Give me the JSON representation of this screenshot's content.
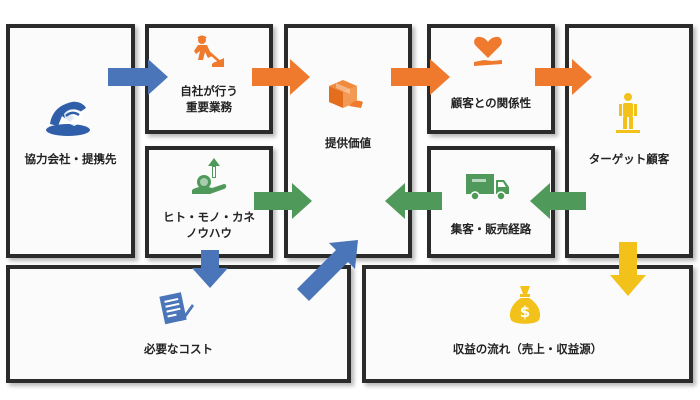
{
  "boxes": {
    "partners": "協力会社・提携先",
    "activities_line1": "自社が行う",
    "activities_line2": "重要業務",
    "value": "提供価値",
    "relationship": "顧客との関係性",
    "customers": "ターゲット顧客",
    "resources_line1": "ヒト・モノ・カネ",
    "resources_line2": "ノウハウ",
    "channels": "集客・販売経路",
    "costs": "必要なコスト",
    "revenue": "収益の流れ（売上・収益源）"
  },
  "icons": {
    "partners": "handshake-icon",
    "activities": "worker-digging-icon",
    "value": "gift-box-icon",
    "relationship": "heart-in-hand-icon",
    "customers": "person-standing-icon",
    "resources": "hand-with-coin-growth-icon",
    "channels": "delivery-truck-icon",
    "costs": "document-with-pen-icon",
    "revenue": "money-bag-icon"
  },
  "colors": {
    "blue": "#4a75b8",
    "orange": "#ef7a2e",
    "green": "#4f9a5a",
    "yellow": "#f2c21a"
  }
}
